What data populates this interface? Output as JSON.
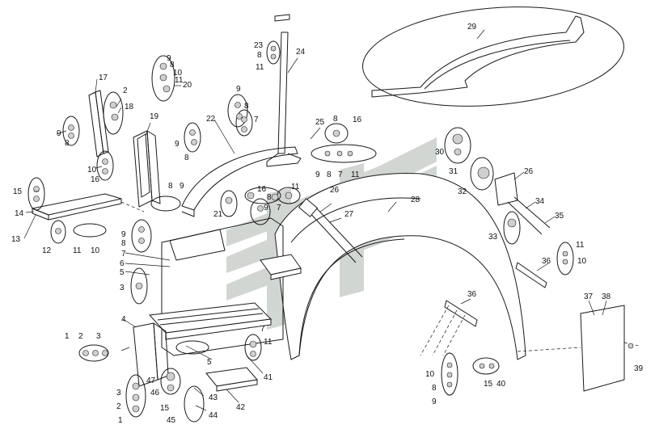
{
  "watermark": {
    "color": "#c9d0cb"
  },
  "callouts": {
    "c1": "1",
    "c2": "2",
    "c3": "3",
    "c4": "4",
    "c5": "5",
    "c6": "6",
    "c7": "7",
    "c8": "8",
    "c9": "9",
    "c10": "10",
    "c11": "11",
    "c12": "12",
    "c13": "13",
    "c14": "14",
    "c15": "15",
    "c16": "16",
    "c17": "17",
    "c18": "18",
    "c19": "19",
    "c20": "20",
    "c21": "21",
    "c22": "22",
    "c23": "23",
    "c24": "24",
    "c25": "25",
    "c26": "26",
    "c27": "27",
    "c28": "28",
    "c29": "29",
    "c30": "30",
    "c31": "31",
    "c32": "32",
    "c33": "33",
    "c34": "34",
    "c35": "35",
    "c36": "36",
    "c37": "37",
    "c38": "38",
    "c39": "39",
    "c40": "40",
    "c41": "41",
    "c42": "42",
    "c43": "43",
    "c44": "44",
    "c45": "45",
    "c46": "46",
    "c47": "47"
  }
}
